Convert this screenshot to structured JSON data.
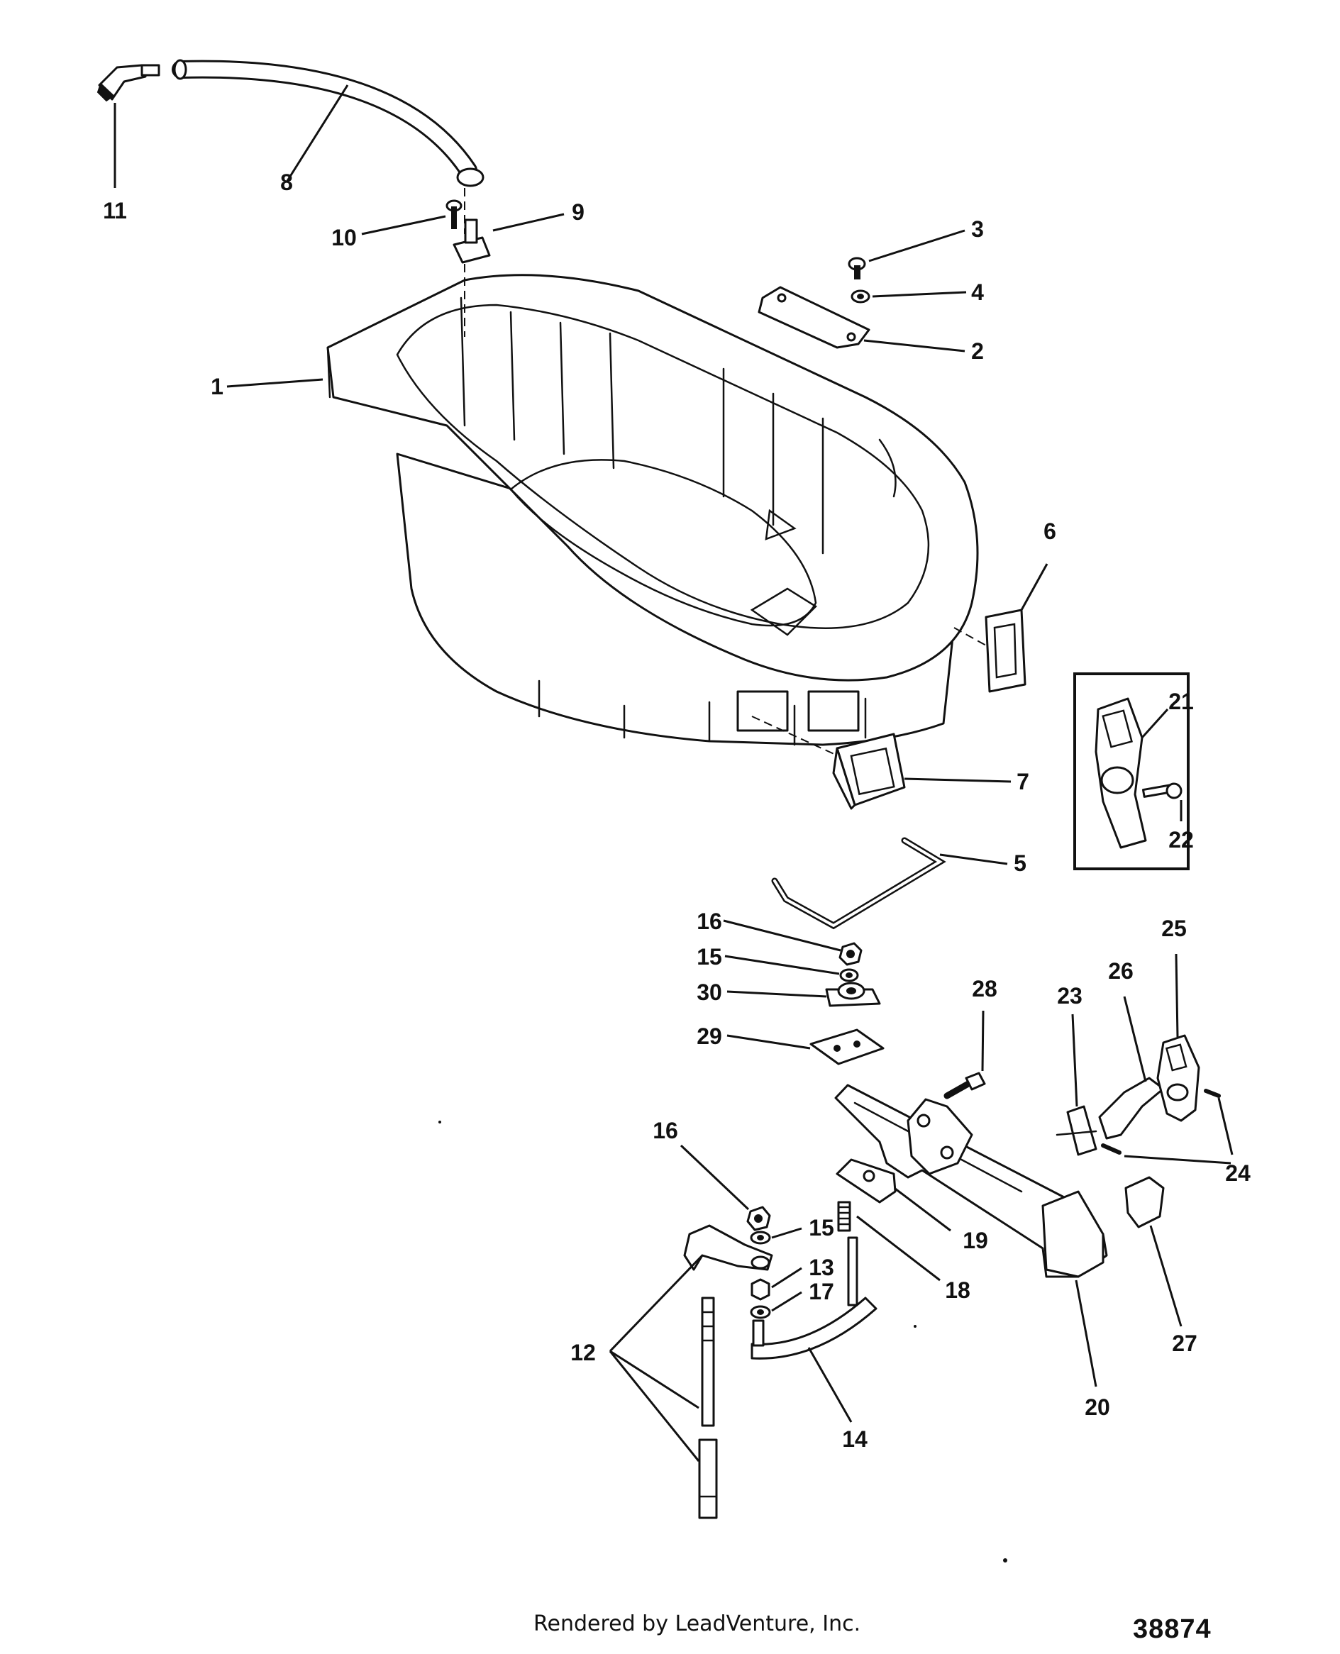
{
  "diagram": {
    "callouts": {
      "c1": "1",
      "c2": "2",
      "c3": "3",
      "c4": "4",
      "c5": "5",
      "c6": "6",
      "c7": "7",
      "c8": "8",
      "c9": "9",
      "c10": "10",
      "c11": "11",
      "c12": "12",
      "c13": "13",
      "c14": "14",
      "c15a": "15",
      "c15b": "15",
      "c16a": "16",
      "c16b": "16",
      "c17": "17",
      "c18": "18",
      "c19": "19",
      "c20": "20",
      "c21": "21",
      "c22": "22",
      "c23": "23",
      "c24": "24",
      "c25": "25",
      "c26": "26",
      "c27": "27",
      "c28": "28",
      "c29": "29",
      "c30": "30"
    }
  },
  "footer": {
    "credit": "Rendered by LeadVenture, Inc.",
    "figure_id": "38874"
  }
}
